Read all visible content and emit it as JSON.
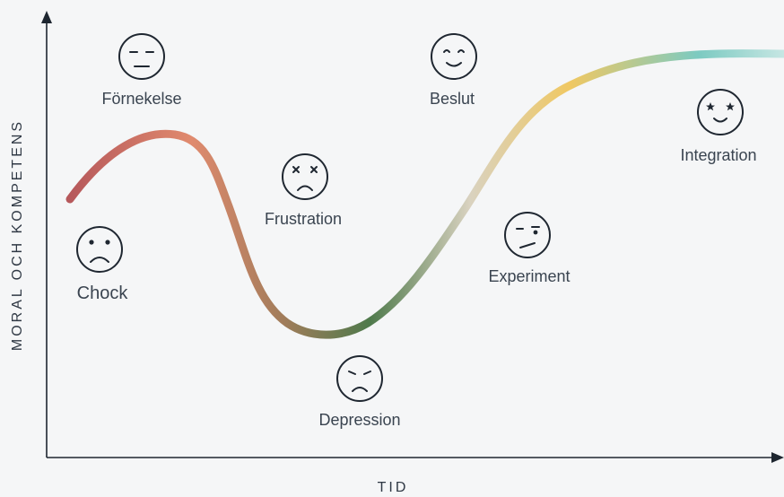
{
  "diagram": {
    "x_axis_label": "TID",
    "y_axis_label": "MORAL OCH KOMPETENS",
    "curve_colors": [
      "#b6585b",
      "#e08a6e",
      "#a07c5a",
      "#4f7a4c",
      "#d9d2c0",
      "#f0c862",
      "#7ccac1",
      "#c6e6e3"
    ],
    "stages": [
      {
        "label": "Chock",
        "icon": "worried-face-icon"
      },
      {
        "label": "Förnekelse",
        "icon": "neutral-face-icon"
      },
      {
        "label": "Frustration",
        "icon": "dizzy-face-icon"
      },
      {
        "label": "Depression",
        "icon": "angry-face-icon"
      },
      {
        "label": "Beslut",
        "icon": "content-face-icon"
      },
      {
        "label": "Experiment",
        "icon": "skeptical-face-icon"
      },
      {
        "label": "Integration",
        "icon": "star-eyes-face-icon"
      }
    ]
  }
}
